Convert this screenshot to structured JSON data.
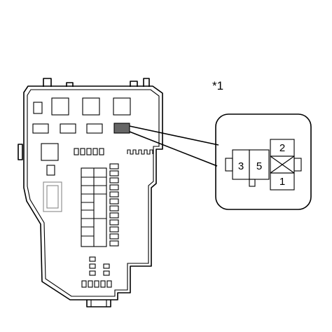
{
  "callout": {
    "marker": "*1"
  },
  "relay": {
    "terminals": {
      "t3": "3",
      "t5": "5",
      "t2": "2",
      "t1": "1"
    },
    "highlight_color": "#666666"
  }
}
